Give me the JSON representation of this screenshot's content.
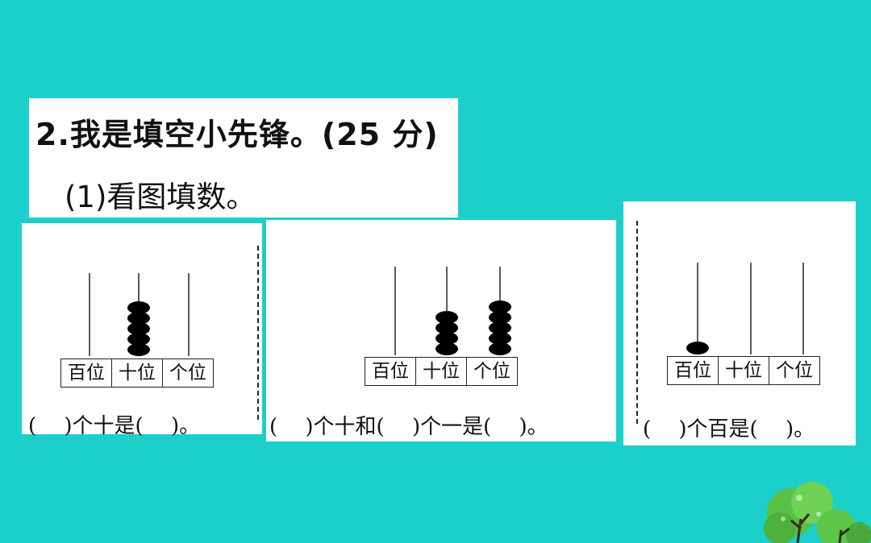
{
  "header": {
    "title": "2.我是填空小先锋。(25 分)",
    "subtitle": "(1)看图填数。"
  },
  "abacus_labels": [
    "百位",
    "十位",
    "个位"
  ],
  "panels": [
    {
      "beads": {
        "hundreds": 0,
        "tens": 5,
        "ones": 0
      },
      "prompt": "(　 )个十是(　 )。"
    },
    {
      "beads": {
        "hundreds": 0,
        "tens": 4,
        "ones": 5
      },
      "prompt": "(　 )个十和(　 )个一是(　 )。"
    },
    {
      "beads": {
        "hundreds": 1,
        "tens": 0,
        "ones": 0
      },
      "prompt": "(　 )个百是(　 )。"
    }
  ],
  "colors": {
    "background": "#1ccfcb",
    "bead": "#000000",
    "tree_green": "#5cc646"
  },
  "decoration": "tree-icon"
}
